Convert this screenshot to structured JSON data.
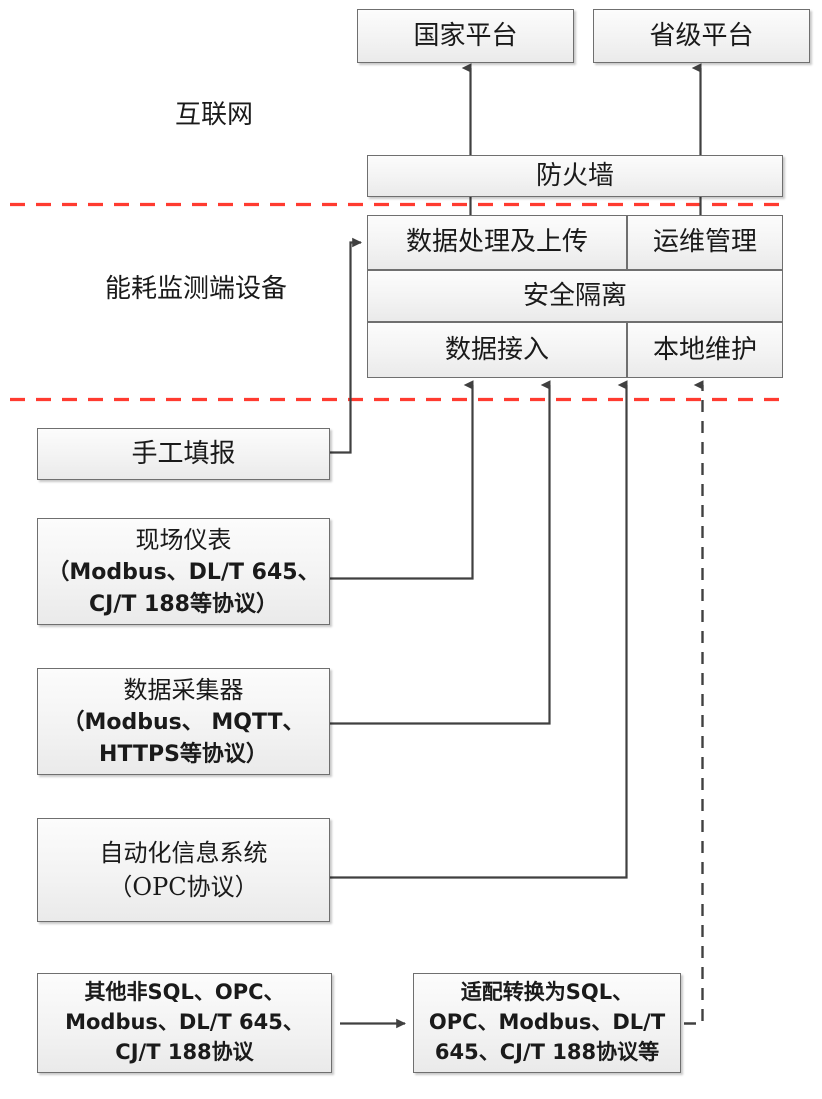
{
  "diagram": {
    "title_zones": {
      "internet": "互联网",
      "terminal_device": "能耗监测端设备"
    },
    "colors": {
      "divider_red": "#FF3B30",
      "box_border": "#6f6f6f",
      "box_fill_top": "#fcfcfc",
      "box_fill_bottom": "#eaeaea",
      "connector": "#404040",
      "text": "#1a1a1a"
    },
    "platforms": [
      {
        "id": "national",
        "label": "国家平台"
      },
      {
        "id": "provincial",
        "label": "省级平台"
      }
    ],
    "firewall": {
      "label": "防火墙"
    },
    "device": {
      "row1": [
        {
          "id": "data-process-upload",
          "label": "数据处理及上传"
        },
        {
          "id": "om-management",
          "label": "运维管理"
        }
      ],
      "row2": [
        {
          "id": "security-isolation",
          "label": "安全隔离"
        }
      ],
      "row3": [
        {
          "id": "data-access",
          "label": "数据接入"
        },
        {
          "id": "local-maintenance",
          "label": "本地维护"
        }
      ]
    },
    "sources": [
      {
        "id": "manual-entry",
        "lines": [
          "手工填报"
        ]
      },
      {
        "id": "field-instrument",
        "lines": [
          "现场仪表",
          "（Modbus、DL/T 645、",
          "CJ/T 188等协议）"
        ]
      },
      {
        "id": "data-collector",
        "lines": [
          "数据采集器",
          "（Modbus、 MQTT、",
          "HTTPS等协议）"
        ]
      },
      {
        "id": "automation-system",
        "lines": [
          "自动化信息系统",
          "（OPC协议）"
        ]
      },
      {
        "id": "other-protocols",
        "lines": [
          "其他非SQL、OPC、",
          "Modbus、DL/T 645、",
          "CJ/T 188协议"
        ]
      }
    ],
    "adapter": {
      "id": "protocol-adapter",
      "lines": [
        "适配转换为SQL、",
        "OPC、Modbus、DL/T",
        "645、CJ/T 188协议等"
      ]
    }
  }
}
